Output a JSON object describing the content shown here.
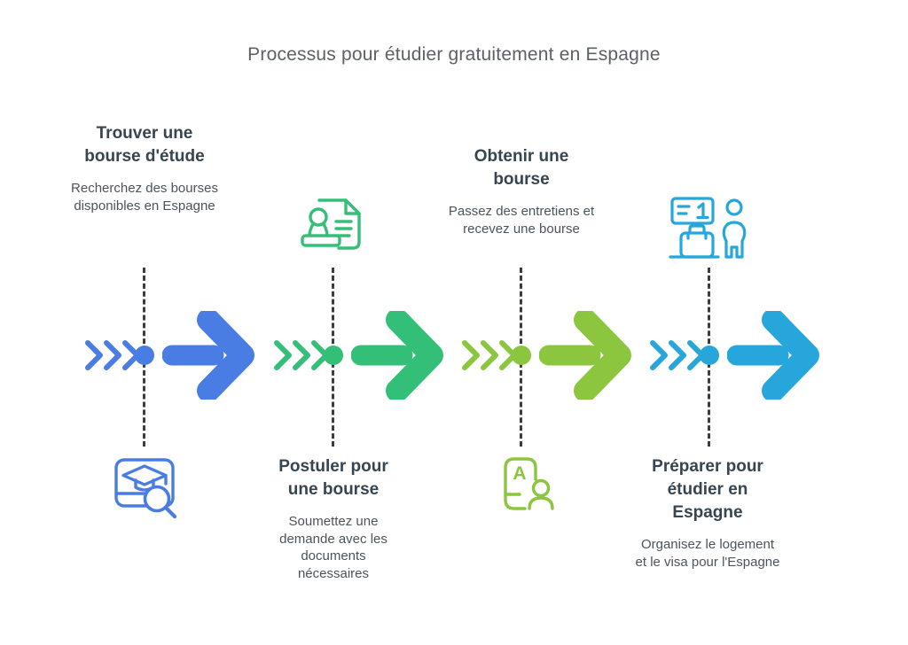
{
  "title": "Processus pour étudier gratuitement en Espagne",
  "colors": {
    "step1": "#4a7de4",
    "step2": "#34bf78",
    "step3": "#8cc53e",
    "step4": "#27a6db",
    "dashed_line": "#3d3d3d",
    "heading_text": "#5c6166",
    "step_title_text": "#36454f",
    "step_description_text": "#4b545b"
  },
  "steps": [
    {
      "title": "Trouver une bourse d'étude",
      "description": "Recherchez des bourses disponibles en Espagne",
      "icon": "graduation-cap-search-icon",
      "color": "#4a7de4",
      "text_position": "top",
      "icon_position": "bottom"
    },
    {
      "title": "Postuler pour une bourse",
      "description": "Soumettez une demande avec les documents nécessaires",
      "icon": "stamp-document-icon",
      "color": "#34bf78",
      "text_position": "bottom",
      "icon_position": "top"
    },
    {
      "title": "Obtenir une bourse",
      "description": "Passez des entretiens et recevez une bourse",
      "icon": "id-card-person-icon",
      "color": "#8cc53e",
      "text_position": "top",
      "icon_position": "bottom"
    },
    {
      "title": "Préparer pour étudier en Espagne",
      "description": "Organisez le logement et le visa pour l'Espagne",
      "icon": "traveler-luggage-icon",
      "color": "#27a6db",
      "text_position": "bottom",
      "icon_position": "top"
    }
  ],
  "card_letter": "A",
  "sign_digit": "1"
}
